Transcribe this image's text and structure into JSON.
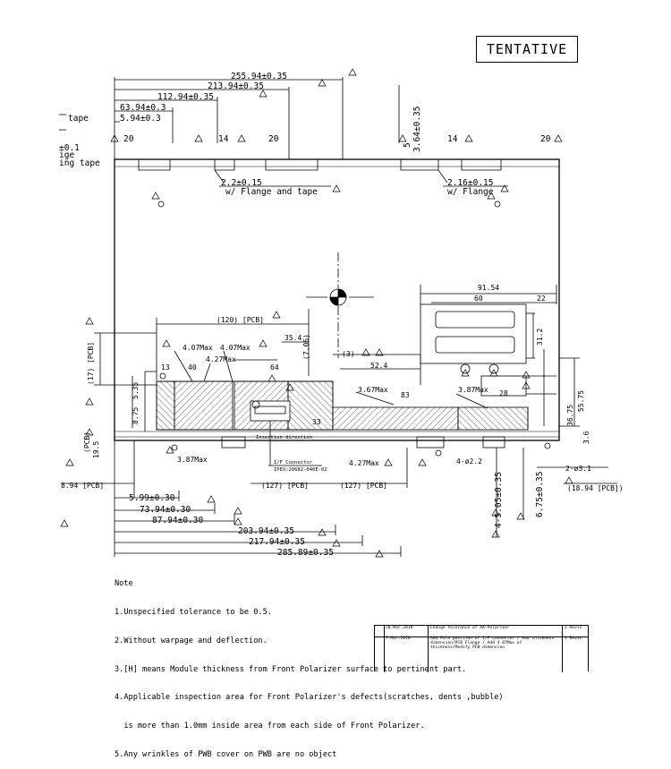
{
  "stamp": "TENTATIVE",
  "dims": {
    "d1": "255.94±0.35",
    "d2": "213.94±0.35",
    "d3": "112.94±0.35",
    "d4": "63.94±0.3",
    "d5": "5.94±0.3",
    "d6": "3.64±0.35",
    "d7": "5",
    "d8": "14",
    "d9": "20",
    "d10": "2.2±0.15",
    "d11": "w/ Flange and tape",
    "d12": "2.16±0.15",
    "d13": "w/ Flange",
    "d14": "91.54",
    "d15": "60",
    "d16": "22",
    "d17": "31.2",
    "d18": "(120) [PCB]",
    "d19": "35.4",
    "d20": "(17) [PCB]",
    "d21": "(3)",
    "d22": "52.4",
    "d23": "4.07Max",
    "d24": "4.27Max",
    "d25": "13",
    "d26": "40",
    "d27": "64",
    "d28": "3.67Max",
    "d29": "3.87Max",
    "d30": "83",
    "d31": "28",
    "d32": "36.75",
    "d33": "55.75",
    "d34": "3.6",
    "d35": "2-ø3.1",
    "d36": "4-ø2.2",
    "d37": "(18.94 [PCB])",
    "d38": "8.94 [PCB]",
    "d39": "(127) [PCB]",
    "d40": "5.99±0.30",
    "d41": "73.94±0.30",
    "d42": "87.94±0.30",
    "d43": "203.94±0.35",
    "d44": "217.94±0.35",
    "d45": "285.89±0.35",
    "d46": "4-5.05±0.35",
    "d47": "6.75±0.35",
    "d48": "5.35",
    "d49": "8.75",
    "d50": "19.5",
    "d51": "(PCB)",
    "d52": "(7.06)",
    "d53": "4.27Max",
    "d54": "33",
    "d55": "tape",
    "d56": "±0.1",
    "d57": "ige",
    "d58": "ing tape"
  },
  "connector": {
    "dir": "Insertion direction",
    "title": "I/F Connector",
    "part": "IPEX:20682-040E-02"
  },
  "notes_title": "Note",
  "notes": [
    "1.Unspecified tolerance to be 0.5.",
    "2.Without warpage and deflection.",
    "3.[H] means Module thickness from Front Polarizer surface to pertinent part.",
    "4.Applicable inspection area for Front Polarizer's defects(scratches, dents ,bubble)",
    "  is more than 1.0mm inside area from each side of Front Polarizer.",
    "5.Any wrinkles of PWB cover on PWB are no object"
  ],
  "revisions": [
    {
      "date": "20.Mar.2018",
      "text": "Change tolerance of AA-Polarizer",
      "note": "1 Revis"
    },
    {
      "date": "7.Mar.2018",
      "text": "Add Pole position of I/F connector / Add thickness dimension/PCB Flange / Add 4.07Max of thickness/Modify PCB dimension",
      "note": "1 Revis"
    }
  ]
}
